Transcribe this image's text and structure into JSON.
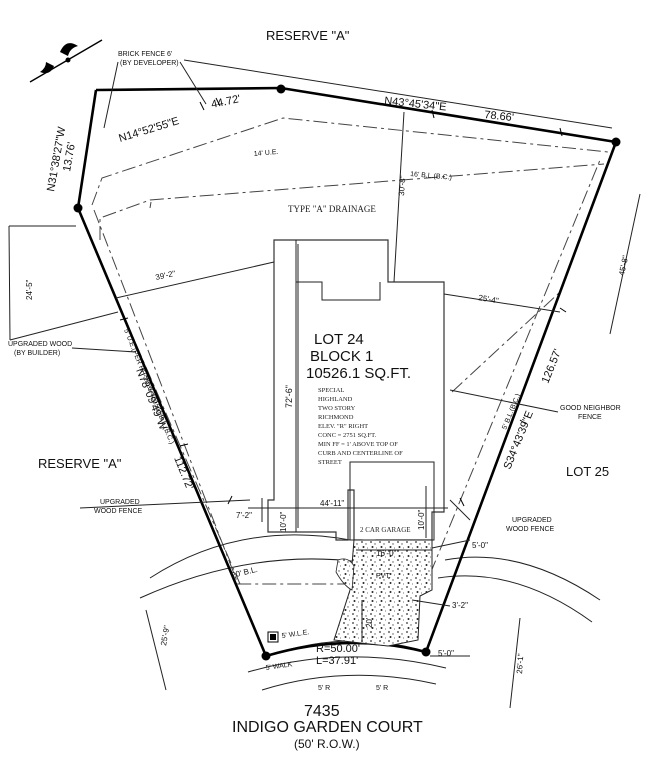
{
  "labels": {
    "reserve_top": "RESERVE \"A\"",
    "reserve_left": "RESERVE \"A\"",
    "lot_25": "LOT 25",
    "brick_fence_1": "BRICK FENCE 6'",
    "brick_fence_2": "(BY DEVELOPER)",
    "upgraded_wood_left_1": "UPGRADED WOOD",
    "upgraded_wood_left_2": "(BY BUILDER)",
    "good_neighbor_1": "GOOD NEIGHBOR",
    "good_neighbor_2": "FENCE",
    "upgraded_wood_fence_left_1": "UPGRADED",
    "upgraded_wood_fence_left_2": "WOOD FENCE",
    "upgraded_wood_fence_right_1": "UPGRADED",
    "upgraded_wood_fence_right_2": "WOOD FENCE",
    "type_a_drainage": "TYPE \"A\" DRAINAGE",
    "ue_14": "14' U.E.",
    "bl_16": "16' B.L.(B.C.)",
    "ue_left": "5' U.E.(PER HF-2023-46151)/B.L.(B.C.)",
    "bl_right": "5' B.L.(B.C.)",
    "bl_20": "20' B.L.",
    "wle_5": "5' W.L.E.",
    "walk_5": "5' WALK",
    "r5_left": "5' R",
    "r5_right": "5' R",
    "pvt": "PVT.",
    "garage": "2 CAR GARAGE"
  },
  "lot": {
    "title": "LOT 24",
    "block": "BLOCK 1",
    "area": "10526.1 SQ.FT."
  },
  "house_notes": [
    "SPECIAL",
    "HIGHLAND",
    "TWO STORY",
    "RICHMOND",
    "ELEV. \"R\" RIGHT",
    "CONC = 2751 SQ.FT.",
    "MIN FF = 1' ABOVE TOP OF",
    "CURB AND CENTERLINE OF",
    "STREET"
  ],
  "bearings": {
    "north_west": "N31°38'27\"W",
    "north_west_dist": "13.76'",
    "north_left": "N14°52'55\"E",
    "north_left_dist": "44.72'",
    "north_right": "N43°45'34\"E",
    "north_right_dist": "78.66'",
    "west": "N78°09'49\"W",
    "west_dist": "112.72'",
    "east": "S34°43'39\"E",
    "east_dist": "126.57'",
    "curve_r": "R=50.00'",
    "curve_l": "L=37.91'"
  },
  "dimensions": {
    "d_24_5": "24'-5\"",
    "d_39_2": "39'-2\"",
    "d_30_8": "30'-8\"",
    "d_25_4": "25'-4\"",
    "d_45_8": "45'-8\"",
    "d_72_6": "72'-6\"",
    "d_44_11": "44'-11\"",
    "d_10_0_left": "10'-0\"",
    "d_10_0_right": "10'-0\"",
    "d_7_2": "7'-2\"",
    "d_16_0": "16'-0\"",
    "d_20": "20'",
    "d_5_0_top": "5'-0\"",
    "d_3_2": "3'-2\"",
    "d_5_0_bottom": "5'-0\"",
    "d_25_9": "25'-9\"",
    "d_26_1": "26'-1\""
  },
  "address": {
    "number": "7435",
    "street": "INDIGO GARDEN COURT",
    "row": "(50' R.O.W.)"
  }
}
